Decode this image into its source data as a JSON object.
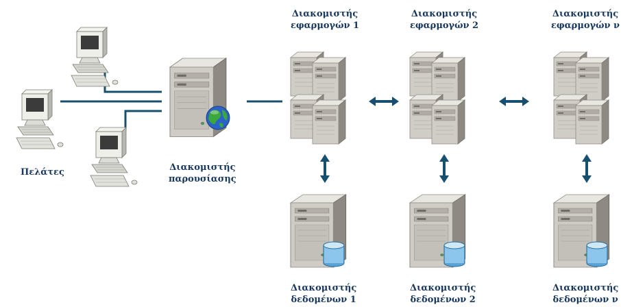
{
  "labels": {
    "clients": "Πελάτες",
    "presentation_server": [
      "Διακομιστής",
      "παρουσίασης"
    ],
    "app_server_1": [
      "Διακομιστής",
      "εφαρμογών 1"
    ],
    "app_server_2": [
      "Διακομιστής",
      "εφαρμογών 2"
    ],
    "app_server_n": [
      "Διακομιστής",
      "εφαρμογών ν"
    ],
    "data_server_1": [
      "Διακομιστής",
      "δεδομένων 1"
    ],
    "data_server_2": [
      "Διακομιστής",
      "δεδομένων 2"
    ],
    "data_server_n": [
      "Διακομιστής",
      "δεδομένων ν"
    ]
  },
  "colors": {
    "line": "#174f6e",
    "label": "#17375e",
    "server_light": "#d3d0c9",
    "server_mid": "#a9a59c",
    "server_dark": "#6f6c66",
    "pc_light": "#efefea",
    "db_cylinder": "#6fb3e0",
    "globe_ocean": "#2a62c9",
    "globe_land": "#3aa83a"
  },
  "icons": [
    "desktop-pc-icon",
    "server-tower-icon",
    "globe-icon",
    "server-cluster-icon",
    "database-icon",
    "double-arrow-icon"
  ]
}
